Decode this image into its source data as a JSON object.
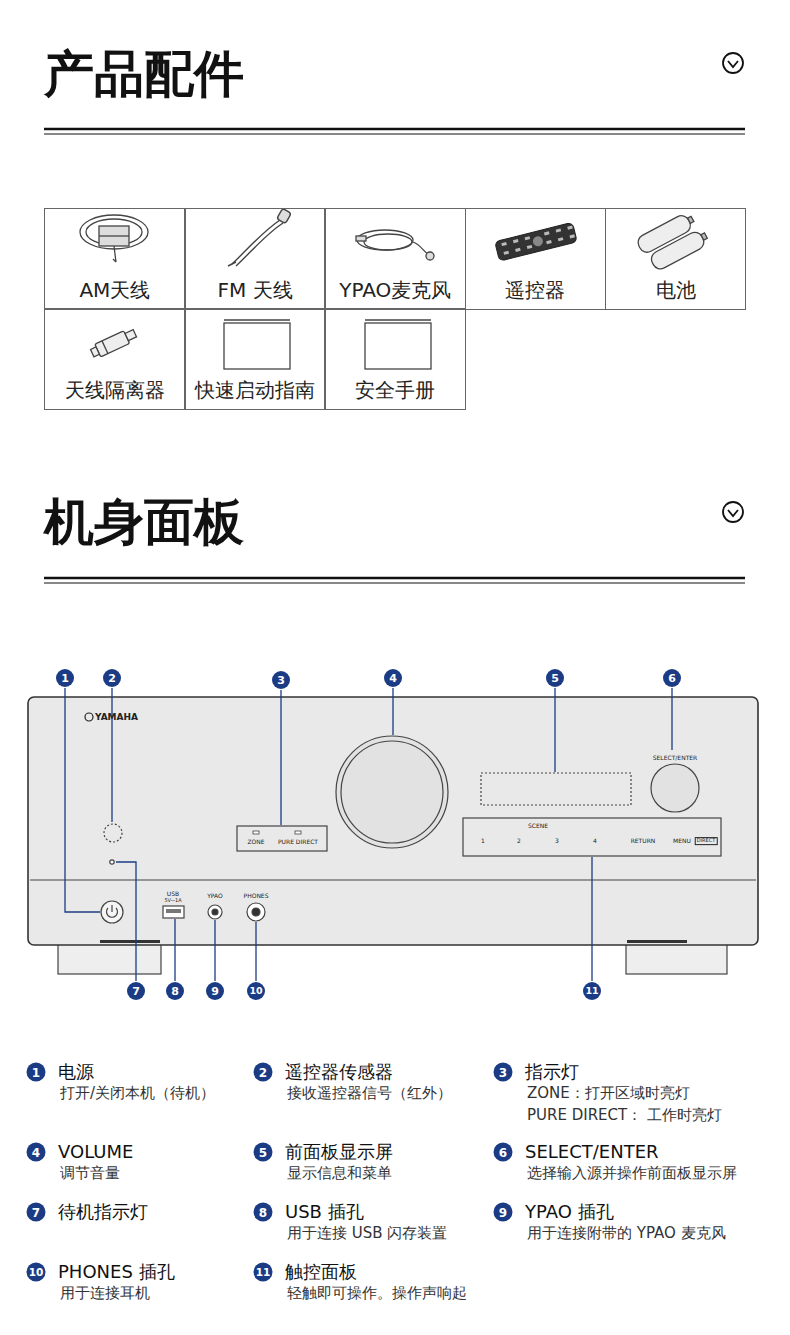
{
  "diagram": {
    "nodes": [
      {
        "text": [
          "AM天线"
        ]
      },
      {
        "text": [
          "FM 天线"
        ]
      },
      {
        "text": [
          "YPAO麦克风"
        ]
      },
      {
        "text": [
          "遥控器"
        ]
      },
      {
        "text": [
          "电池"
        ]
      },
      {
        "text": [
          "天线隔离器"
        ]
      },
      {
        "text": [
          "快速启动指南"
        ]
      },
      {
        "text": [
          "安全手册"
        ]
      }
    ],
    "labels": [
      "产品配件",
      "机身面板",
      "1",
      "2",
      "3",
      "4",
      "5",
      "6",
      "7",
      "8",
      "9",
      "10",
      "11",
      "YAMAHA",
      "ZONE",
      "PURE DIRECT",
      "SELECT/ENTER",
      "SCENE",
      "1",
      "2",
      "3",
      "4",
      "RETURN",
      "MENU",
      "DIRECT",
      "USB",
      "5V⎓1A",
      "YPAO",
      "PHONES",
      "1",
      "电源",
      "打开/关闭本机（待机）",
      "2",
      "遥控器传感器",
      "接收遥控器信号（红外）",
      "3",
      "指示灯",
      "ZONE：打开区域时亮灯",
      "PURE DIRECT： 工作时亮灯",
      "4",
      "VOLUME",
      "调节音量",
      "5",
      "前面板显示屏",
      "显示信息和菜单",
      "6",
      "SELECT/ENTER",
      "选择输入源并操作前面板显示屏",
      "7",
      "待机指示灯",
      "8",
      "USB 插孔",
      "用于连接 USB 闪存装置",
      "9",
      "YPAO 插孔",
      "用于连接附带的 YPAO 麦克风",
      "10",
      "PHONES 插孔",
      "用于连接耳机",
      "11",
      "触控面板",
      "轻触即可操作。操作声响起"
    ]
  }
}
